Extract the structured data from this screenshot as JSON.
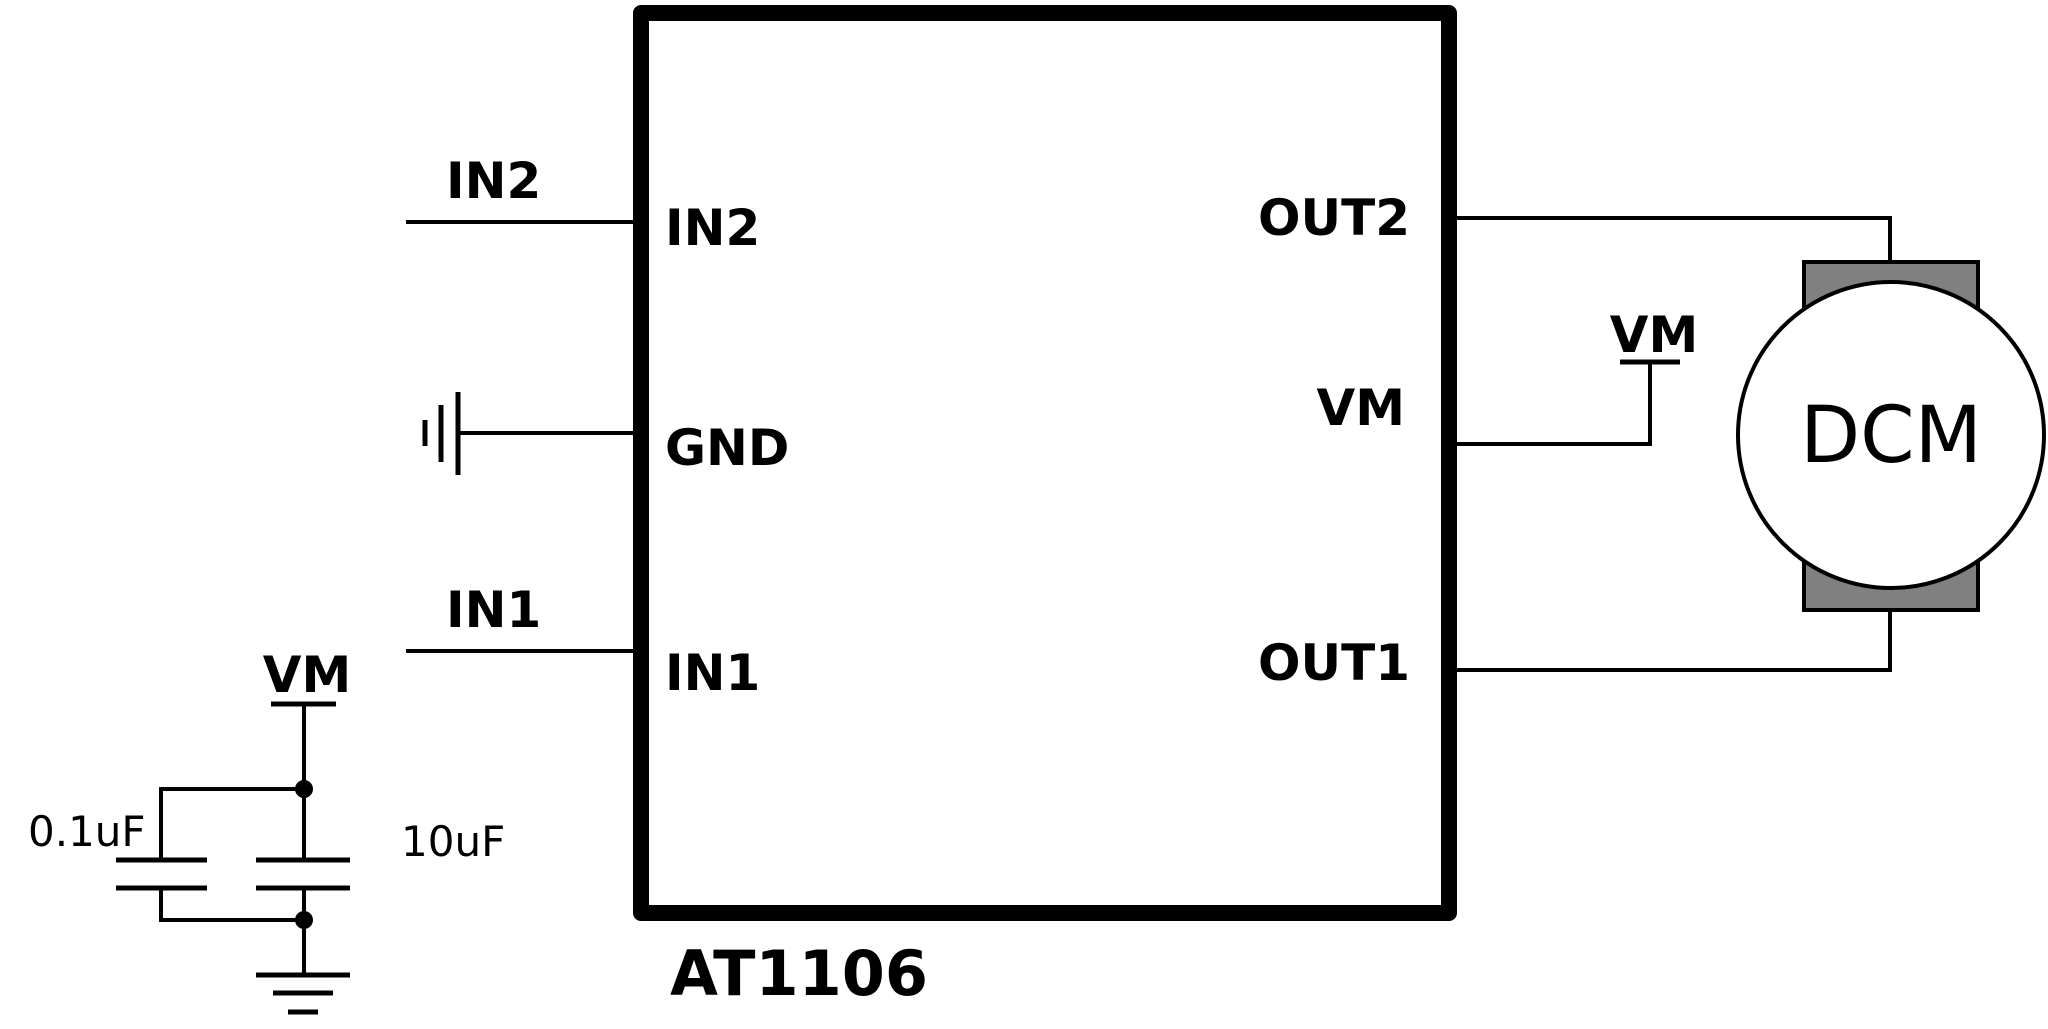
{
  "chip": {
    "name": "AT1106",
    "pins_left": {
      "in2": "IN2",
      "gnd": "GND",
      "in1": "IN1"
    },
    "pins_right": {
      "out2": "OUT2",
      "vm": "VM",
      "out1": "OUT1"
    }
  },
  "nets": {
    "in2": "IN2",
    "in1": "IN1",
    "vm_motor": "VM",
    "vm_caps": "VM"
  },
  "capacitors": {
    "small": "0.1uF",
    "large": "10uF"
  },
  "motor": {
    "label": "DCM",
    "brush_color": "#808080"
  },
  "icons": [
    "ground-icon",
    "ground-icon",
    "vm-supply-icon",
    "vm-supply-icon",
    "capacitor-icon",
    "capacitor-icon",
    "dc-motor-icon"
  ]
}
